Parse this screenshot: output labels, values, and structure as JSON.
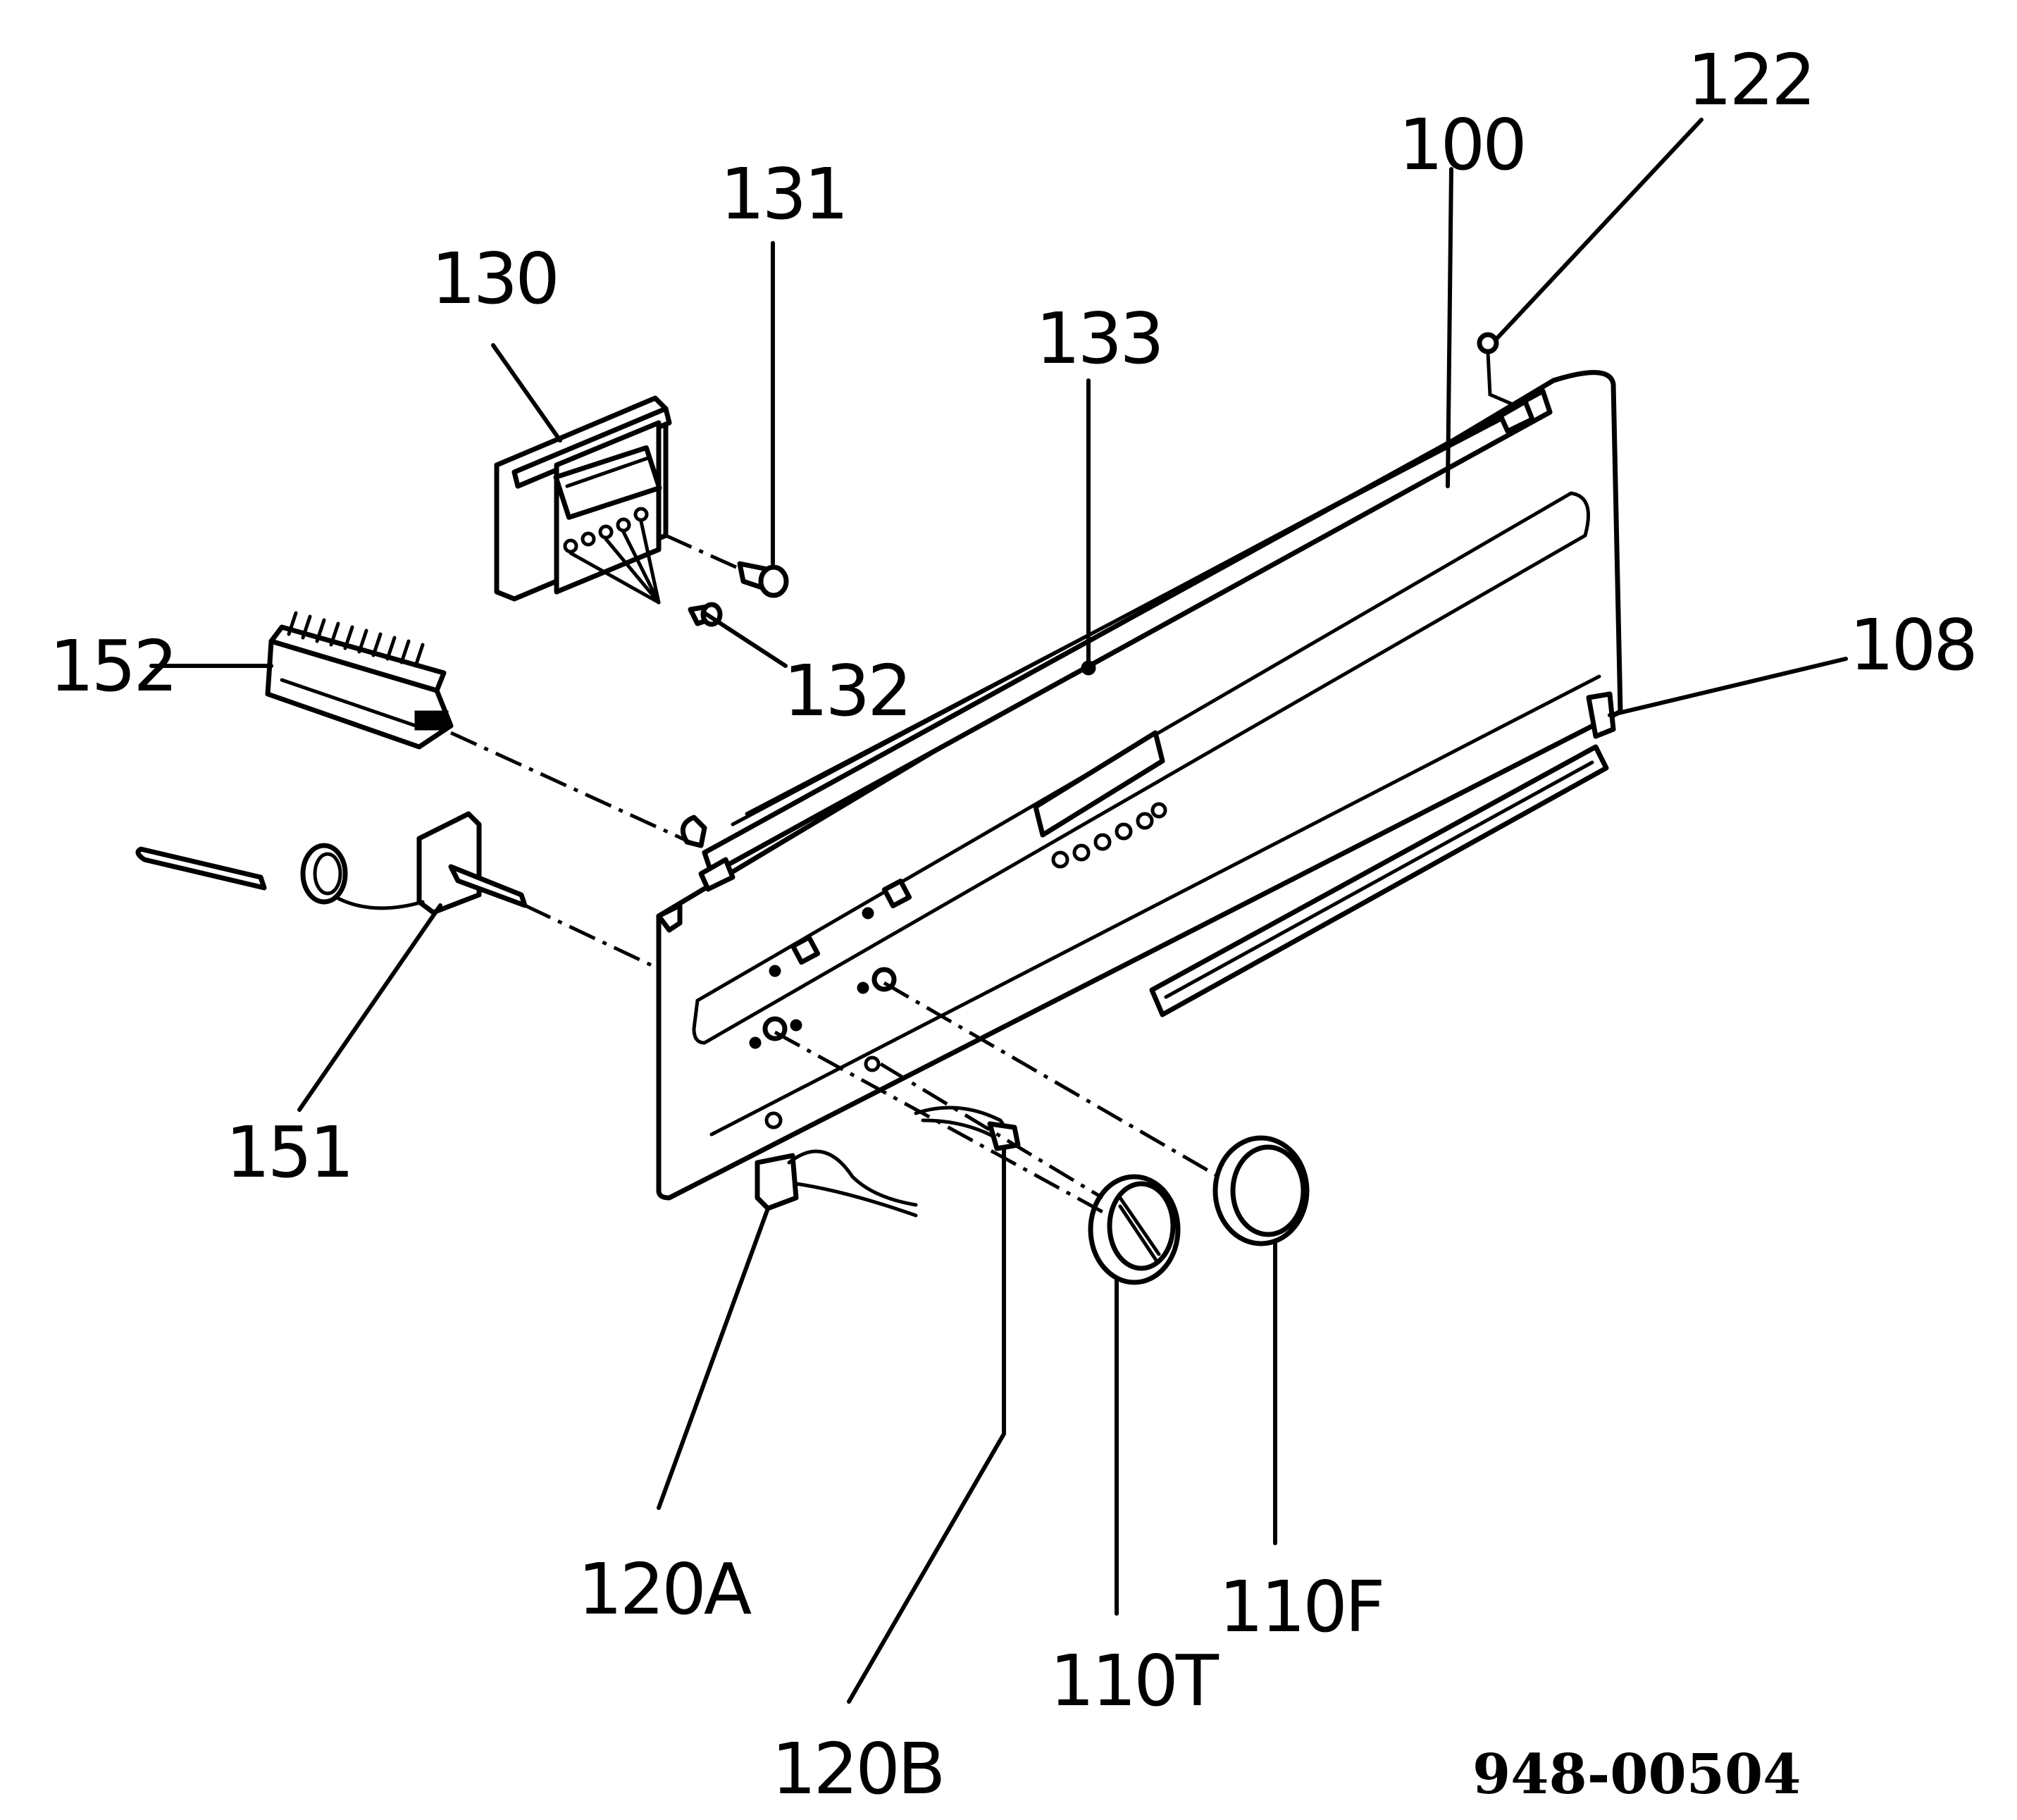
{
  "diagram": {
    "drawing_number": "948-00504",
    "callouts": {
      "c100": "100",
      "c108": "108",
      "c110F": "110F",
      "c110T": "110T",
      "c120A": "120A",
      "c120B": "120B",
      "c122": "122",
      "c130": "130",
      "c131": "131",
      "c132": "132",
      "c133": "133",
      "c151": "151",
      "c152": "152"
    }
  }
}
